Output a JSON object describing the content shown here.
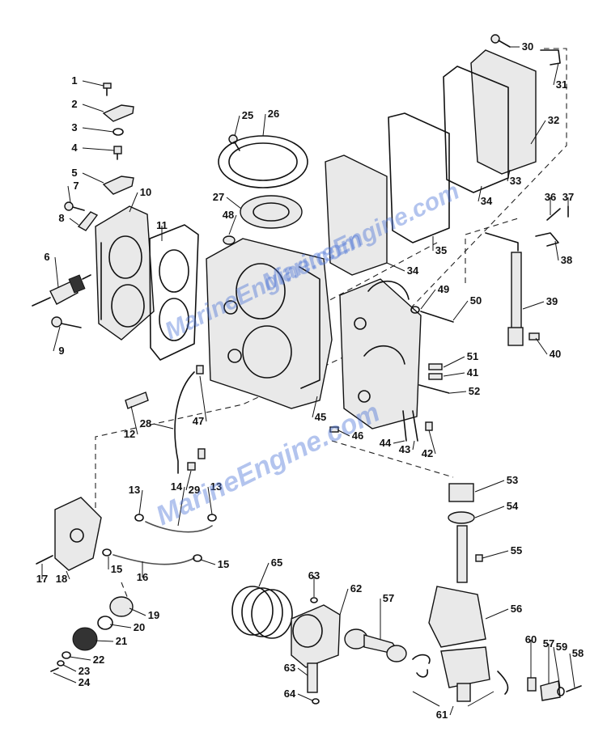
{
  "watermarks": [
    "MarineEngine.com",
    "MarineEngine.com",
    "MarineEngine.com"
  ],
  "callouts": [
    "1",
    "2",
    "3",
    "4",
    "5",
    "6",
    "7",
    "8",
    "9",
    "10",
    "11",
    "12",
    "13",
    "13",
    "14",
    "15",
    "15",
    "16",
    "17",
    "18",
    "19",
    "20",
    "21",
    "22",
    "23",
    "24",
    "25",
    "26",
    "27",
    "28",
    "29",
    "30",
    "31",
    "32",
    "33",
    "34",
    "34",
    "35",
    "36",
    "37",
    "38",
    "39",
    "40",
    "41",
    "42",
    "43",
    "44",
    "45",
    "46",
    "47",
    "48",
    "49",
    "50",
    "51",
    "52",
    "53",
    "54",
    "55",
    "56",
    "57",
    "57",
    "58",
    "59",
    "60",
    "61",
    "62",
    "63",
    "63",
    "64",
    "65"
  ],
  "colors": {
    "ink": "#111111",
    "watermark": "#4b73d6"
  }
}
